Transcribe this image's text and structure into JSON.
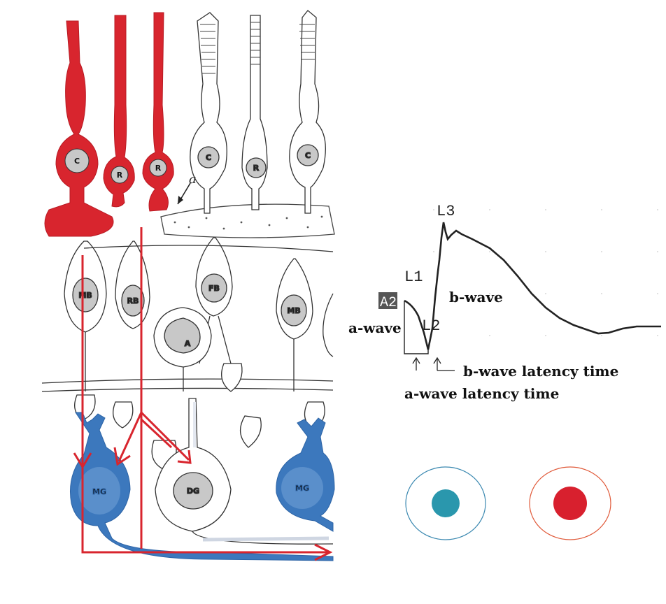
{
  "retina": {
    "labels": {
      "cone": "C",
      "rod": "R",
      "mb": "MB",
      "rb": "RB",
      "fb": "FB",
      "amacrine": "A",
      "mg": "MG",
      "dg": "DG",
      "pointer": "a"
    }
  },
  "erg": {
    "marks": {
      "l1": "L1",
      "l2": "L2",
      "l3": "L3",
      "a2": "A2"
    },
    "labels": {
      "a_wave": "a-wave",
      "b_wave": "b-wave",
      "b_latency": "b-wave latency time",
      "a_latency": "a-wave latency time"
    },
    "trace_color": "#222222"
  },
  "legend": [
    {
      "name": "blue-dot",
      "ring_color": "#3a88b0",
      "dot_color": "#2a97ad"
    },
    {
      "name": "red-dot",
      "ring_color": "#e05a3a",
      "dot_color": "#d8202e"
    }
  ],
  "colors": {
    "red": "#d8252e",
    "blue": "#3c78bd",
    "stipple": "#eef0f4"
  }
}
